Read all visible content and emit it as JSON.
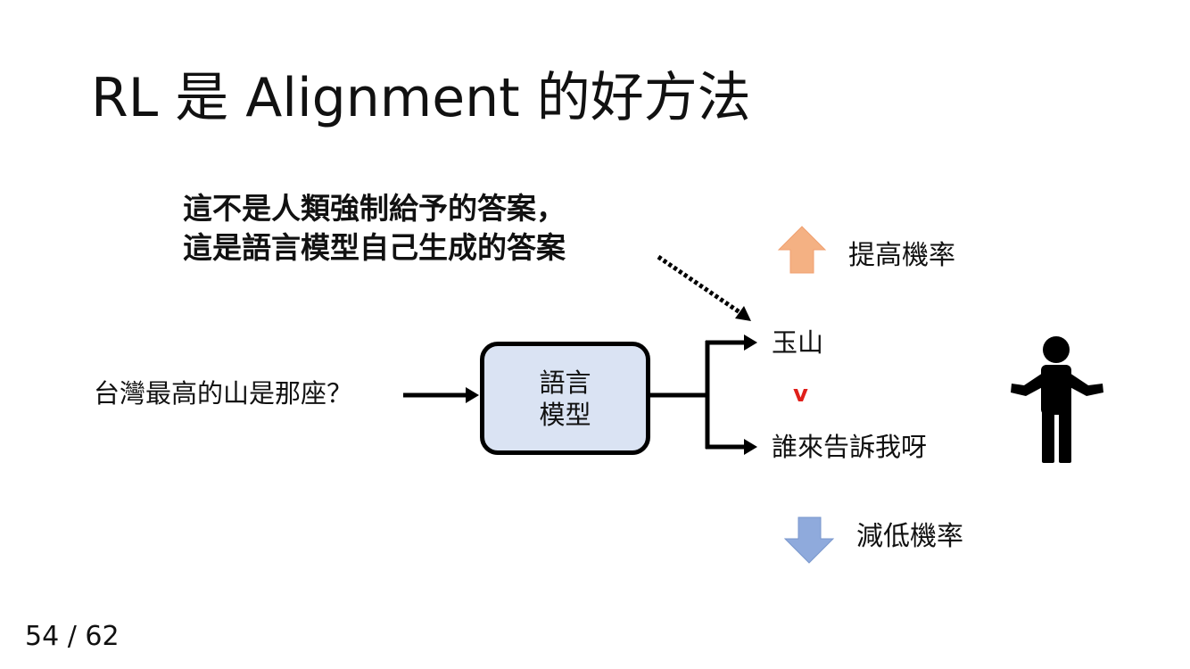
{
  "title": "RL 是 Alignment 的好方法",
  "callout": {
    "line1": "這不是人類強制給予的答案，",
    "line2": "這是語言模型自己生成的答案"
  },
  "question": "台灣最高的山是那座？",
  "model": {
    "line1": "語言",
    "line2": "模型"
  },
  "answers": {
    "top": "玉山",
    "bottom": "誰來告訴我呀"
  },
  "comparison_symbol": "v",
  "increase": {
    "label": "提高機率",
    "icon": "up-arrow-icon",
    "color": "#f4b183"
  },
  "decrease": {
    "label": "減低機率",
    "icon": "down-arrow-icon",
    "color": "#8faadc"
  },
  "human_icon": "person-shrugging-icon",
  "page_number": "54 / 62"
}
